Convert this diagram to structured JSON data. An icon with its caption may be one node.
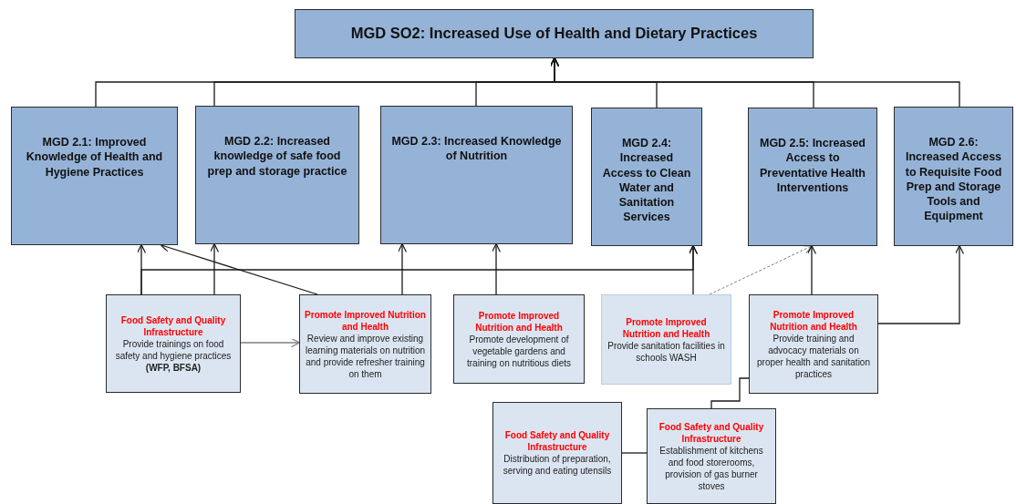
{
  "diagram": {
    "nodes": [
      {
        "text": [
          "MGD SO2: Increased Use of Health and Dietary Practices"
        ]
      },
      {
        "text": [
          "MGD 2.1: Improved Knowledge of Health and Hygiene Practices"
        ]
      },
      {
        "text": [
          "MGD 2.2: Increased knowledge of safe food prep and storage practice"
        ]
      },
      {
        "text": [
          "MGD 2.3: Increased Knowledge of Nutrition"
        ]
      },
      {
        "text": [
          "MGD 2.4: Increased Access to Clean Water and Sanitation Services"
        ]
      },
      {
        "text": [
          "MGD 2.5: Increased Access to Preventative Health Interventions"
        ]
      },
      {
        "text": [
          "MGD 2.6: Increased Access to Requisite Food Prep and Storage Tools and Equipment"
        ]
      },
      {
        "text": [
          "Food Safety and Quality Infrastructure",
          "Provide trainings on food safety and hygiene practices **(WFP, BFSA)**"
        ]
      },
      {
        "text": [
          "Promote Improved Nutrition and Health",
          "Review and improve existing learning materials on nutrition and provide refresher training on them"
        ]
      },
      {
        "text": [
          "Promote Improved Nutrition and Health",
          "Promote development of vegetable gardens and training on nutritious diets"
        ]
      },
      {
        "text": [
          "Promote Improved Nutrition and Health",
          "Provide sanitation facilities in schools WASH"
        ]
      },
      {
        "text": [
          "Promote Improved Nutrition and Health",
          "Provide training and advocacy materials on proper health and sanitation practices"
        ]
      },
      {
        "text": [
          "Food Safety and Quality Infrastructure",
          "Distribution of preparation, serving and eating utensils"
        ]
      },
      {
        "text": [
          "Food Safety and Quality Infrastructure",
          "Establishment of kitchens and food storerooms, provision of gas burner stoves"
        ]
      }
    ],
    "edges": [
      {
        "from": 1,
        "to": 0,
        "arrow": "to"
      },
      {
        "from": 2,
        "to": 0,
        "arrow": "to"
      },
      {
        "from": 3,
        "to": 0,
        "arrow": "to"
      },
      {
        "from": 4,
        "to": 0,
        "arrow": "to"
      },
      {
        "from": 5,
        "to": 0,
        "arrow": "to"
      },
      {
        "from": 6,
        "to": 0,
        "arrow": "to"
      },
      {
        "from": 7,
        "to": 1,
        "arrow": "to"
      },
      {
        "from": 7,
        "to": 2,
        "arrow": "to"
      },
      {
        "from": 8,
        "to": 1,
        "arrow": "to"
      },
      {
        "from": 8,
        "to": 3,
        "arrow": "to"
      },
      {
        "from": 9,
        "to": 3,
        "arrow": "to"
      },
      {
        "from": 7,
        "to": 4,
        "arrow": "to"
      },
      {
        "from": 10,
        "to": 4,
        "arrow": "to"
      },
      {
        "from": 10,
        "to": 5,
        "arrow": "to",
        "style": "dashed",
        "color": "#808080"
      },
      {
        "from": 11,
        "to": 5,
        "arrow": "to"
      },
      {
        "from": 11,
        "to": 6,
        "arrow": "to"
      },
      {
        "from": 11,
        "to": 13,
        "arrow": "none"
      },
      {
        "from": 12,
        "to": 13,
        "arrow": "none"
      },
      {
        "from": 7,
        "to": 8,
        "arrow": "to",
        "color": "#808080"
      }
    ]
  }
}
